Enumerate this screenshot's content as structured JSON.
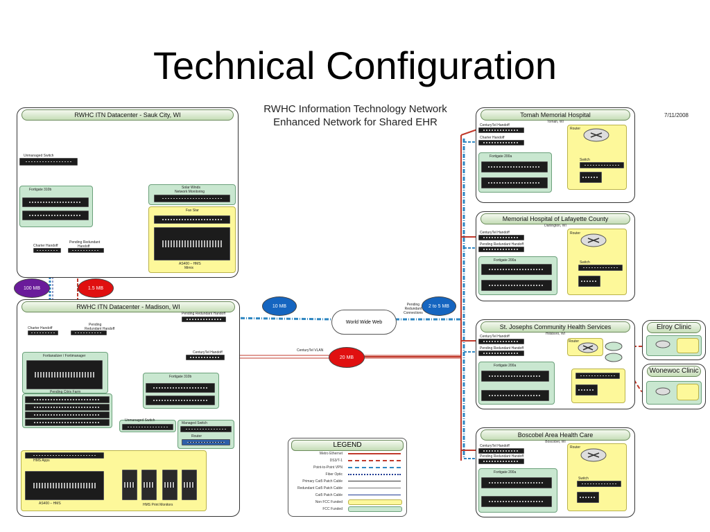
{
  "slide": {
    "title": "Technical Configuration",
    "subtitle_line1": "RWHC Information Technology Network",
    "subtitle_line2": "Enhanced Network for Shared EHR",
    "date": "7/11/2008"
  },
  "sauk": {
    "title": "RWHC ITN Datacenter - Sauk City, WI",
    "unmanaged_switch": "Unmanaged Switch",
    "fortigate": "Fortigate 310b",
    "solar_winds_1": "Solar Winds",
    "solar_winds_2": "Network Monitoring",
    "fax_star": "Fax Star",
    "as400_1": "AS400 – HMS",
    "as400_2": "Mimix",
    "charter_handoff": "Charter Handoff",
    "pending_redundant_1": "Pending Redundant",
    "pending_redundant_2": "Handoff"
  },
  "links": {
    "mb100": "100 MB",
    "mb15": "1.5 MB",
    "mb10": "10 MB",
    "mb2to5": "2 to 5 MB",
    "mb20": "20 MB",
    "centurytel_vlan": "CenturyTel VLAN",
    "pending_connections_1": "Pending",
    "pending_connections_2": "Redundant",
    "pending_connections_3": "Connections",
    "world_wide_web": "World Wide Web"
  },
  "madison": {
    "title": "RWHC ITN Datacenter - Madison, WI",
    "charter_handoff": "Charter Handoff",
    "pending_redundant_1": "Pending",
    "pending_redundant_2": "Redundant Handoff",
    "pending_redundant_handoff": "Pending Redundant Handoff",
    "centurytel_handoff": "CenturyTel Handoff",
    "fortianalizer": "Fortianalizer / Fortimanager",
    "citrix": "Pending Citrix Farm",
    "fortigate": "Fortigate 310b",
    "unmanaged_switch": "Unmanaged Switch",
    "managed_switch": "Managed Switch",
    "router": "Router",
    "hms_apps": "HMS Apps",
    "as400": "AS400 – HMS",
    "print_monitors": "HMS Print Monitors"
  },
  "tomah": {
    "title": "Tomah Memorial Hospital",
    "location": "Tomah, WI",
    "centurytel": "CenturyTel Handoff",
    "charter": "Charter Handoff",
    "fortigate": "Fortigate 200a",
    "router": "Router",
    "switch": "Switch"
  },
  "lafayette": {
    "title": "Memorial Hospital of Lafayette County",
    "location": "Darlington, WI",
    "centurytel": "CenturyTel Handoff",
    "pending": "Pending Redundant Handoff",
    "fortigate": "Fortigate 200a",
    "router": "Router",
    "switch": "Switch"
  },
  "stjoseph": {
    "title": "St. Josephs Community Health Services",
    "location": "Hillsboro, WI",
    "centurytel": "CenturyTel Handoff",
    "pending": "Pending Redundant Handoff",
    "fortigate": "Fortigate 200a",
    "router": "Router"
  },
  "elroy": {
    "title": "Elroy Clinic"
  },
  "wonewoc": {
    "title": "Wonewoc Clinic"
  },
  "boscobel": {
    "title": "Boscobel Area Health Care",
    "location": "Boscobel, WI",
    "centurytel": "CenturyTel Handoff",
    "pending": "Pending Redundant Handoff",
    "fortigate": "Fortigate 200a",
    "router": "Router",
    "switch": "Switch"
  },
  "legend": {
    "title": "LEGEND",
    "items": [
      {
        "label": "Metro Ethernet",
        "color": "#c0392b"
      },
      {
        "label": "DS3/T-1",
        "color": "#c0392b"
      },
      {
        "label": "Point-to-Point VPN",
        "color": "#2e86c1"
      },
      {
        "label": "Fiber Optic",
        "color": "#1f3a93"
      },
      {
        "label": "Primary Cat5 Patch Cable",
        "color": "#333333"
      },
      {
        "label": "Redundant Cat5 Patch Cable",
        "color": "#555555"
      },
      {
        "label": "Cat5 Patch Cable",
        "color": "#1f3a93"
      },
      {
        "label": "Non FCC Funded",
        "color": "#fdf89a"
      },
      {
        "label": "FCC Funded",
        "color": "#c9e7d0"
      }
    ]
  }
}
